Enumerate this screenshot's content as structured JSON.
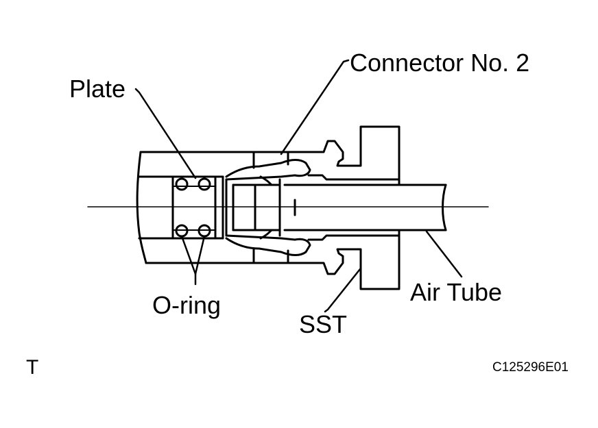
{
  "labels": {
    "connector": "Connector No. 2",
    "plate": "Plate",
    "oring": "O-ring",
    "sst": "SST",
    "air_tube": "Air Tube",
    "corner_mark": "T",
    "figure_code": "C125296E01"
  },
  "colors": {
    "ink": "#000000",
    "paper": "#ffffff"
  }
}
